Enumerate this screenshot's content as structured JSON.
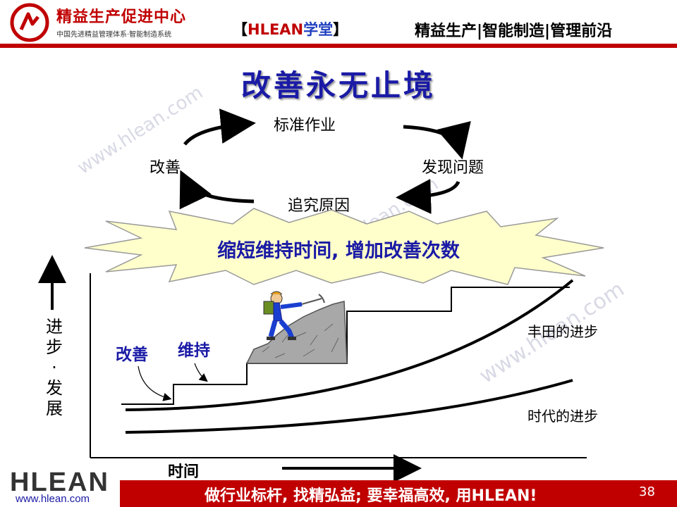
{
  "header": {
    "brand_title": "精益生产促进中心",
    "brand_subtitle": "中国先进精益管理体系·智能制造系统",
    "tag_open": "【",
    "tag_hlean": "HLEAN",
    "tag_school": "学堂",
    "tag_close": "】",
    "slogan": "精益生产|智能制造|管理前沿"
  },
  "slide": {
    "title": "改善永无止境",
    "cycle": {
      "top": "标准作业",
      "right": "发现问题",
      "bottom": "追究原因",
      "left": "改善"
    },
    "starburst_text": "缩短维持时间, 增加改善次数",
    "watermark": "www.hlean.com",
    "chart": {
      "y_axis_label": "进步·发展",
      "x_axis_label": "时间",
      "label_improve": "改善",
      "label_maintain": "维持",
      "curve_toyota": "丰田的进步",
      "curve_era": "时代的进步"
    }
  },
  "footer": {
    "logo": "HLEAN",
    "url": "www.hlean.com",
    "slogan": "做行业标杆, 找精弘益; 要幸福高效, 用HLEAN!",
    "page_number": "38"
  },
  "colors": {
    "brand_red": "#c00000",
    "title_blue": "#1a1aa6",
    "starburst_fill": "#ffffcc"
  }
}
